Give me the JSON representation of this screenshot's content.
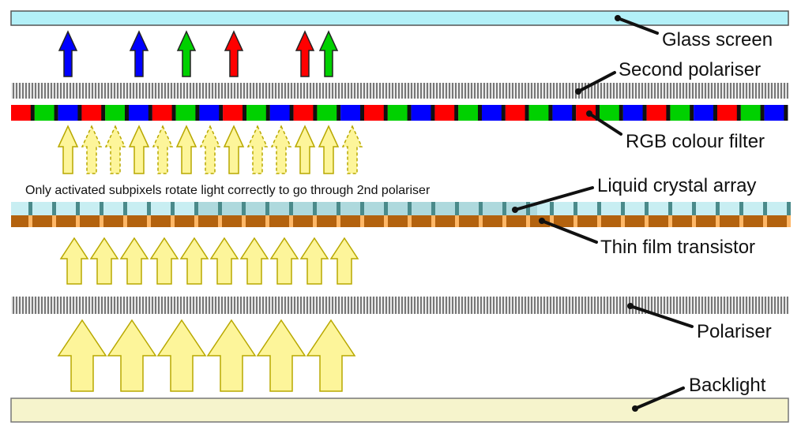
{
  "labels": {
    "glass_screen": "Glass screen",
    "second_polariser": "Second polariser",
    "rgb_colour_filter": "RGB colour filter",
    "liquid_crystal_array": "Liquid crystal array",
    "thin_film_transistor": "Thin film transistor",
    "polariser": "Polariser",
    "backlight": "Backlight"
  },
  "note": "Only activated subpixels rotate light correctly to go through 2nd polariser",
  "colors": {
    "glass": "#b3f0f8",
    "backlight": "#f6f4cc",
    "light_arrow": "#fdf59a",
    "light_arrow_stroke": "#b8a800",
    "red": "#ff0000",
    "green": "#00d100",
    "blue": "#0000ff",
    "tft": "#b3620e",
    "tft_contact": "#ffb766",
    "lc_cell": "#4a8a8a"
  },
  "icons": {
    "colored_arrow": "up-arrow-icon",
    "light_arrow": "light-arrow-icon"
  },
  "colored_light": [
    "blue",
    "blue",
    "green",
    "red",
    "red",
    "green"
  ],
  "rgb_filter_sequence": [
    "red",
    "green",
    "blue"
  ],
  "subpixel_states": [
    "on",
    "off",
    "off",
    "on",
    "off",
    "on",
    "off",
    "on",
    "off",
    "off",
    "on",
    "on",
    "off"
  ]
}
